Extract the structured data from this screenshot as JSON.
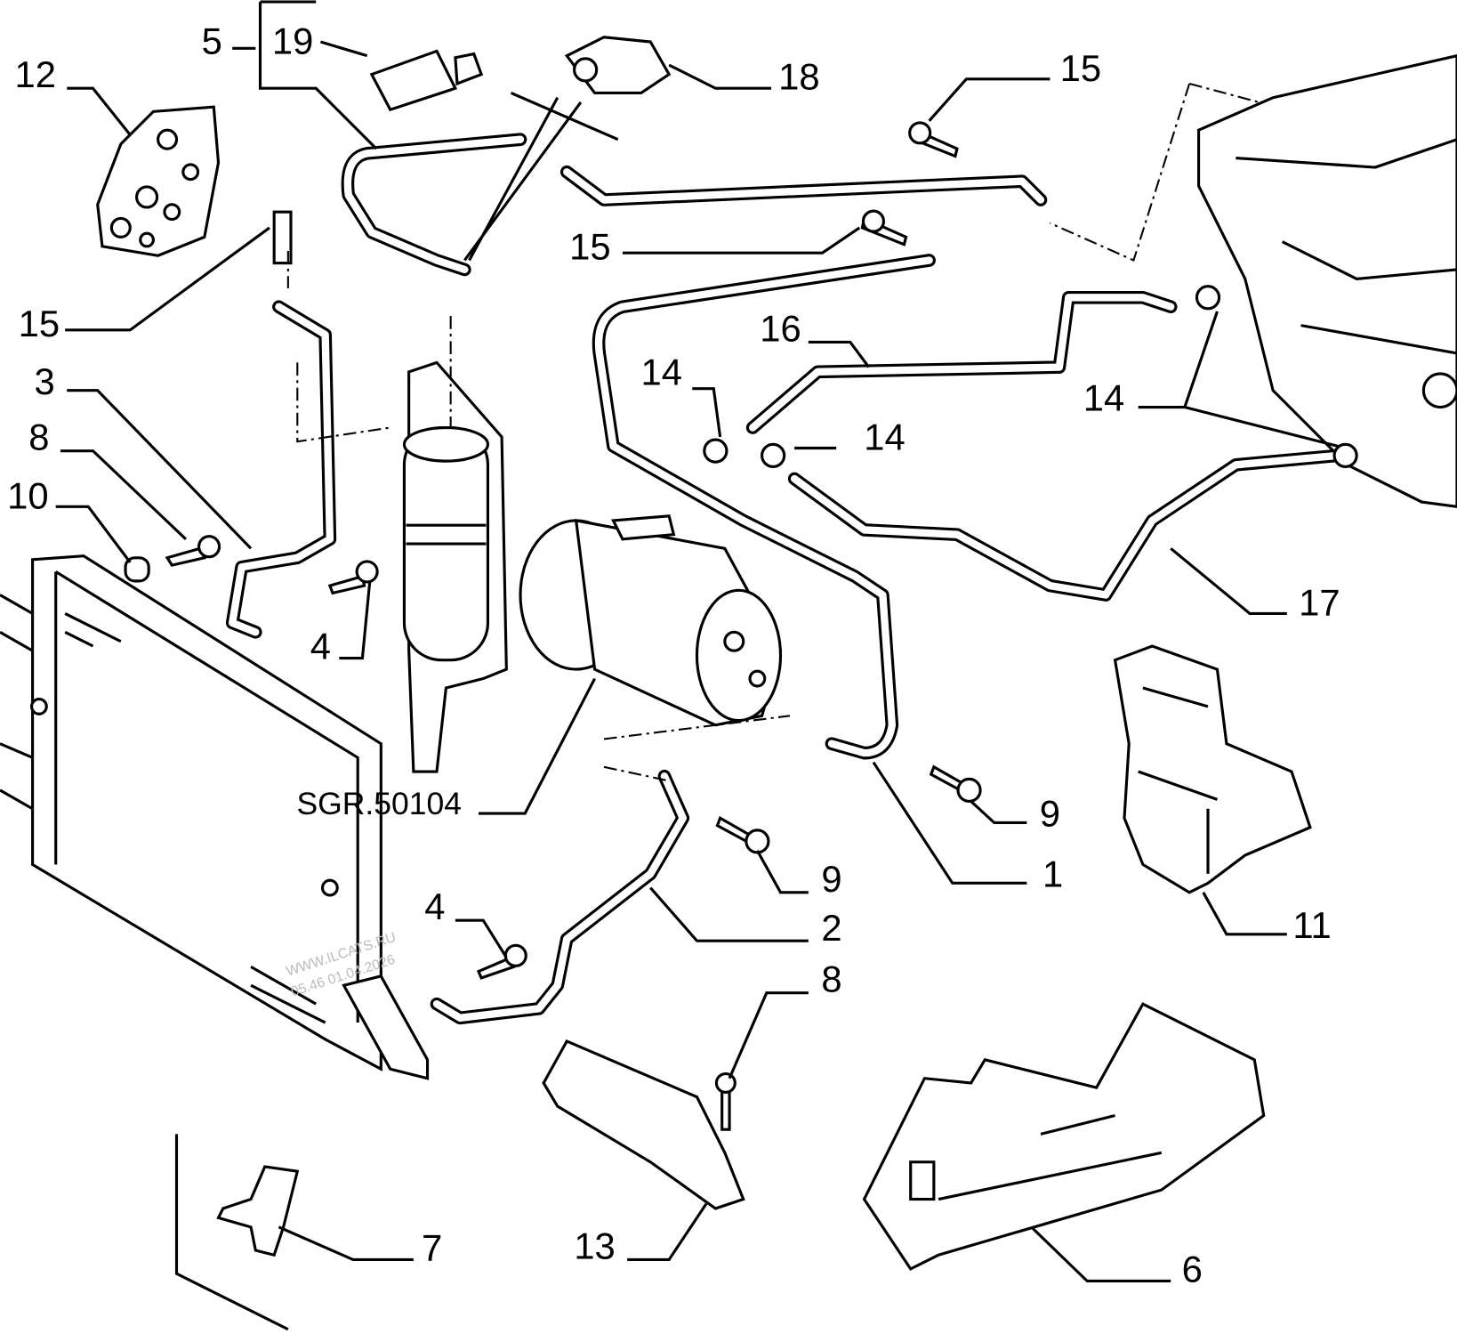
{
  "diagram_code": "SGR.50104",
  "watermark": {
    "line1": "WWW.ILCATS.RU",
    "line2": "05.46 01.04.2026"
  },
  "callouts": {
    "c1": "1",
    "c2": "2",
    "c3": "3",
    "c4a": "4",
    "c4b": "4",
    "c5": "5",
    "c6": "6",
    "c7": "7",
    "c8a": "8",
    "c8b": "8",
    "c9a": "9",
    "c9b": "9",
    "c10": "10",
    "c11": "11",
    "c12": "12",
    "c13": "13",
    "c14a": "14",
    "c14b": "14",
    "c14c": "14",
    "c15a": "15",
    "c15b": "15",
    "c15c": "15",
    "c16": "16",
    "c17": "17",
    "c18": "18",
    "c19": "19"
  }
}
